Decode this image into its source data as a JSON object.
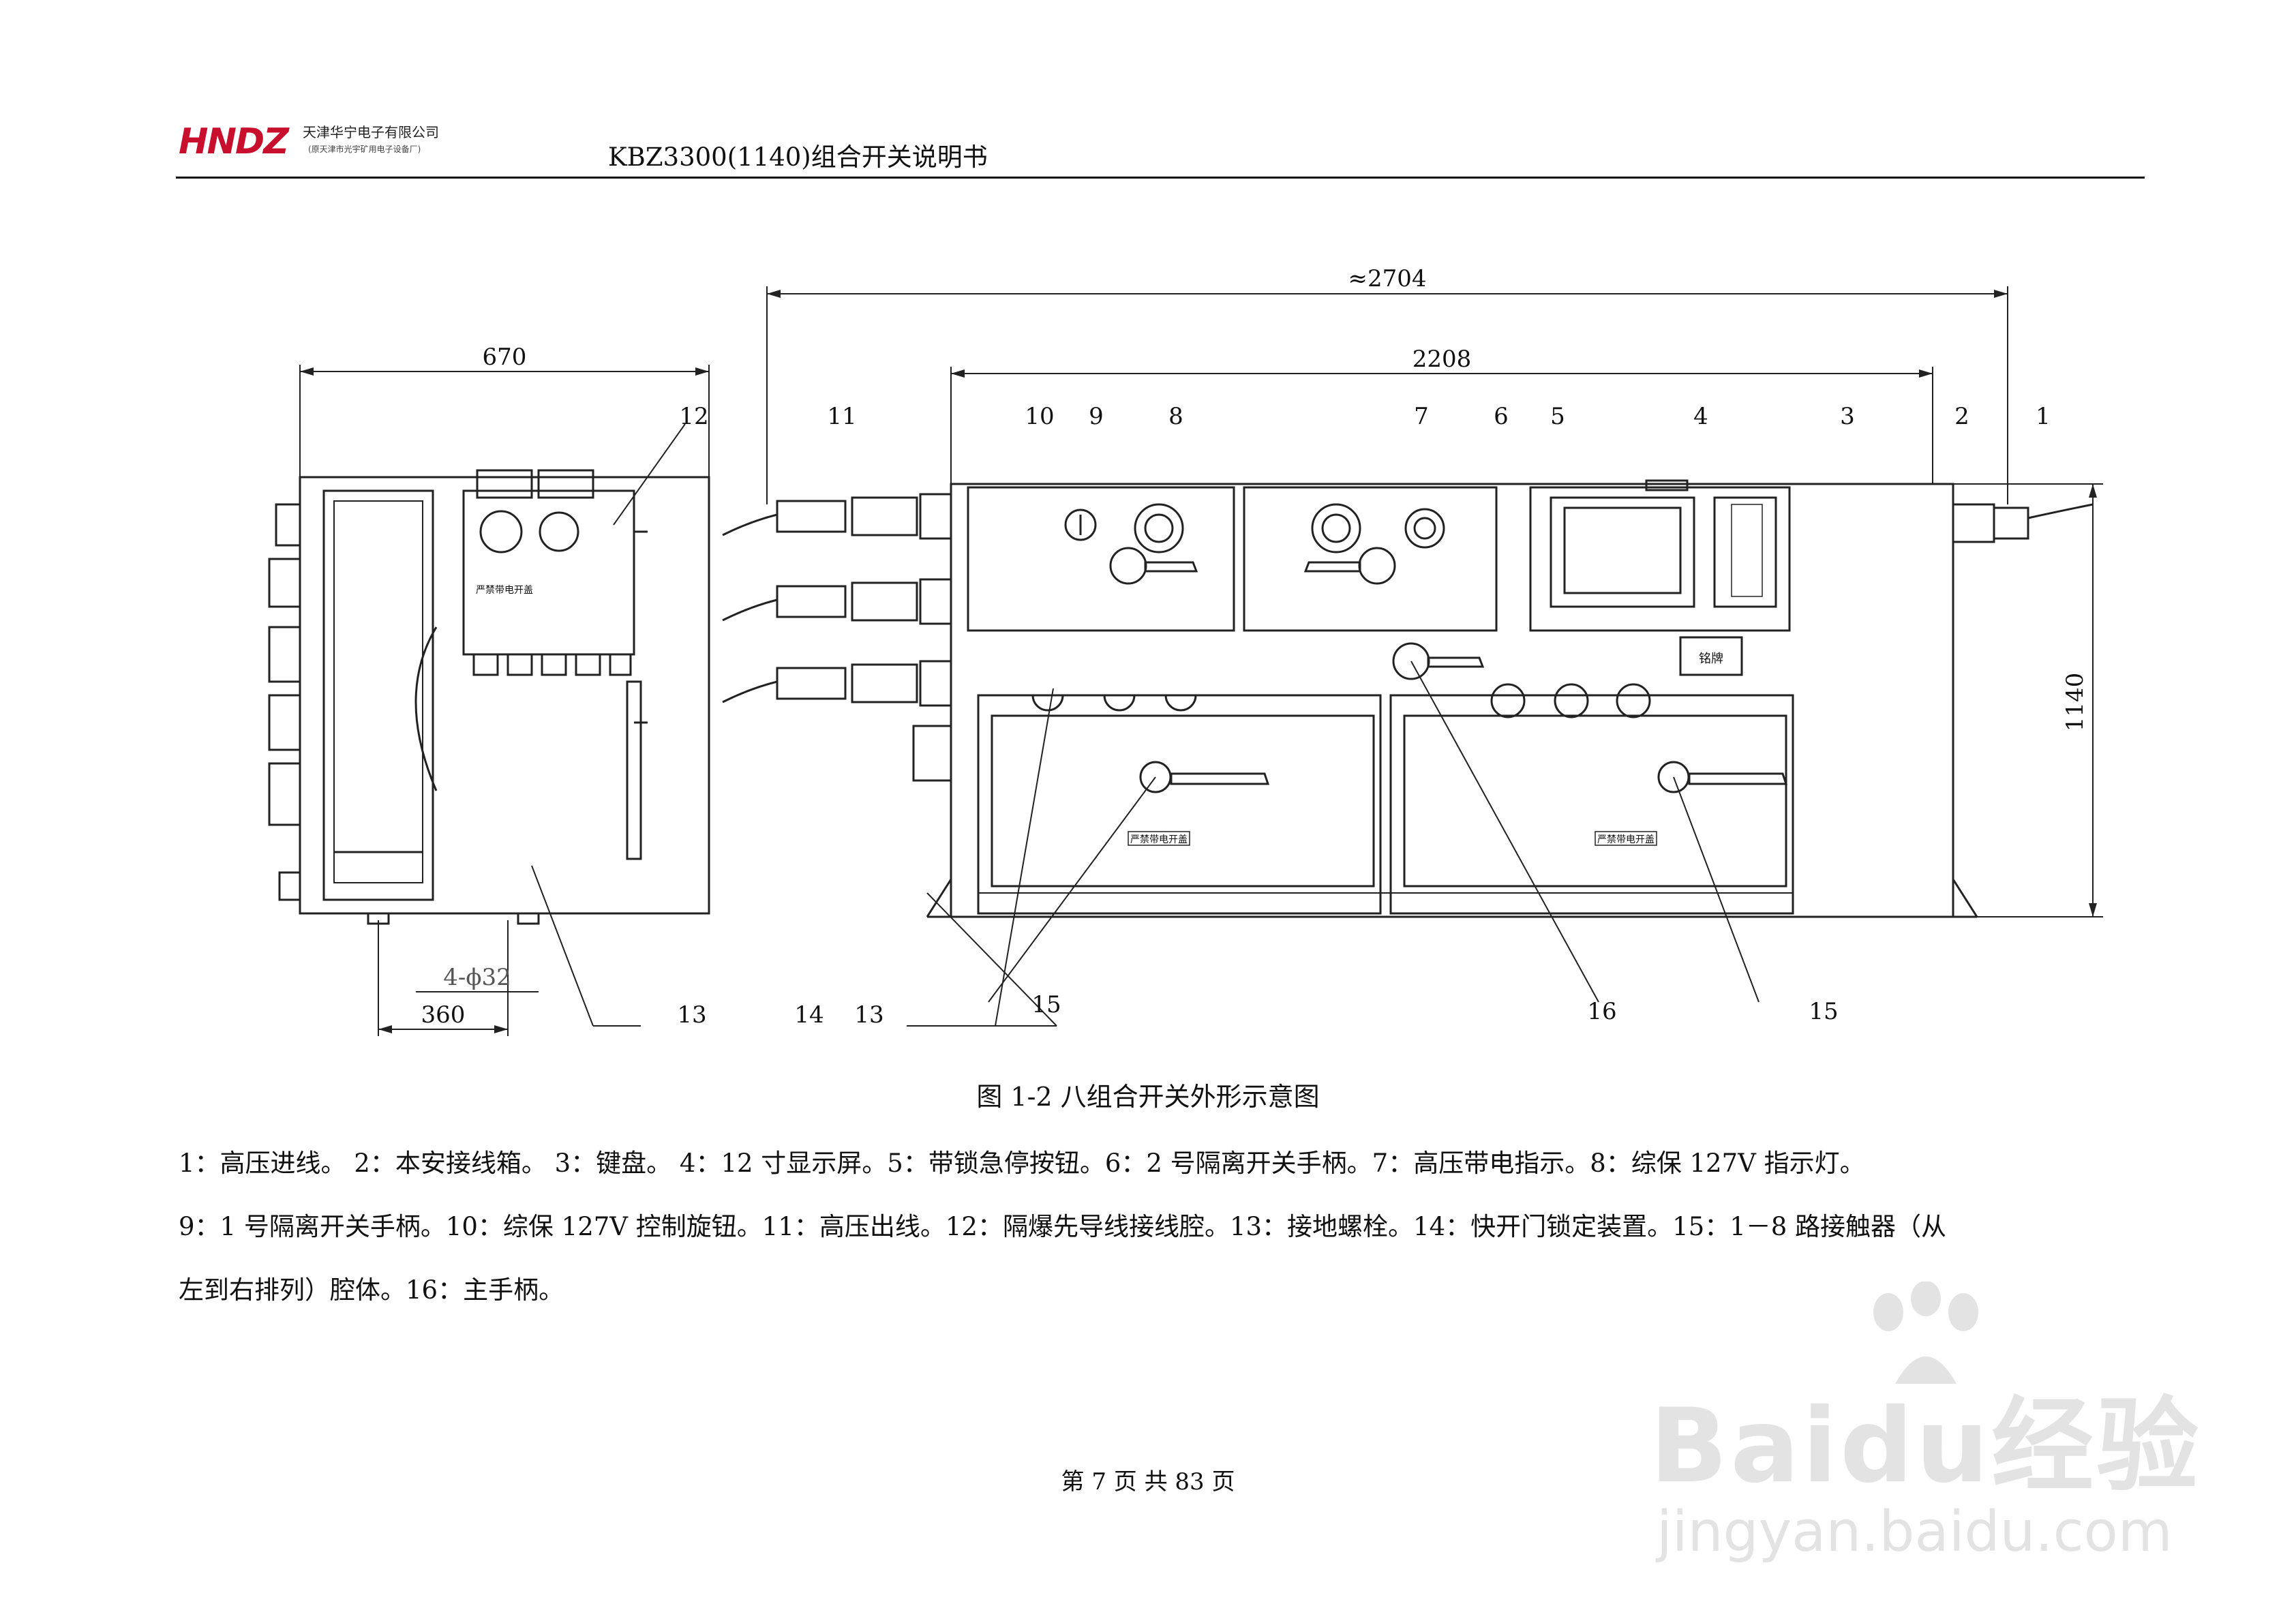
{
  "header": {
    "logo_mark": "HNDZ",
    "company": "天津华宁电子有限公司",
    "company_sub": "(原天津市光宇矿用电子设备厂)",
    "title": "KBZ3300(1140)组合开关说明书"
  },
  "drawing": {
    "dimensions": {
      "overall_width": "≈2704",
      "body_width": "2208",
      "height": "1140",
      "side_width": "670",
      "base_width": "360",
      "holes": "4-ϕ32"
    },
    "callouts": [
      "1",
      "2",
      "3",
      "4",
      "5",
      "6",
      "7",
      "8",
      "9",
      "10",
      "11",
      "12",
      "13",
      "14",
      "13",
      "15",
      "16",
      "15"
    ],
    "plates": {
      "nameplate": "铭牌",
      "warning": "严禁带电开盖"
    }
  },
  "figure": {
    "caption": "图 1-2  八组合开关外形示意图"
  },
  "legend": {
    "lines": [
      "1：高压进线。 2：本安接线箱。 3：键盘。 4：12 寸显示屏。5：带锁急停按钮。6：2 号隔离开关手柄。7：高压带电指示。8：综保 127V 指示灯。",
      "9：1 号隔离开关手柄。10：综保 127V 控制旋钮。11：高压出线。12：隔爆先导线接线腔。13：接地螺栓。14：快开门锁定装置。15：1－8 路接触器（从",
      "左到右排列）腔体。16：主手柄。"
    ]
  },
  "footer": {
    "page": "第  7 页  共  83  页"
  },
  "watermark": {
    "brand": "Baidu经验",
    "url": "jingyan.baidu.com"
  }
}
